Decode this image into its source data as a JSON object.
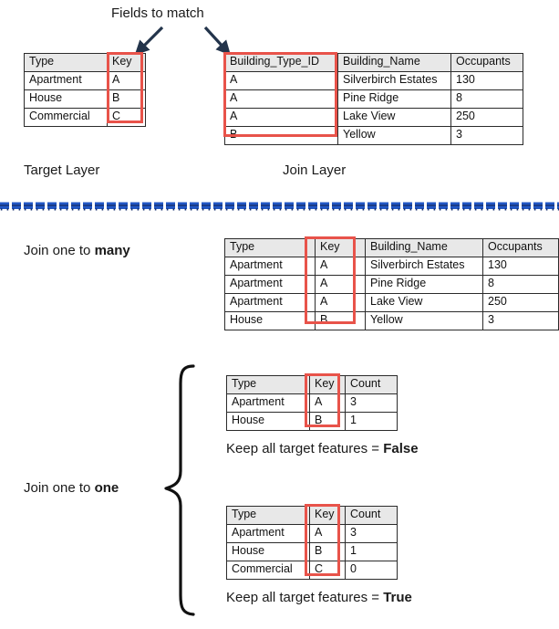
{
  "diagram": {
    "title_top": "Fields to match",
    "target_layer_label": "Target Layer",
    "join_layer_label": "Join Layer",
    "one_to_many_label_prefix": "Join one to ",
    "one_to_many_label_emphasis": "many",
    "one_to_one_label_prefix": "Join one to ",
    "one_to_one_label_emphasis": "one",
    "keep_false_prefix": "Keep all target features = ",
    "keep_false_emphasis": "False",
    "keep_true_prefix": "Keep all target features = ",
    "keep_true_emphasis": "True",
    "colors": {
      "highlight_red": "#e8534a",
      "arrow_navy": "#1f3551",
      "divider_blue": "#2257c4",
      "header_gray": "#e8e8e8",
      "border_dark": "#2b2b2b"
    }
  },
  "target_table": {
    "headers": [
      "Type",
      "Key"
    ],
    "rows": [
      [
        "Apartment",
        "A"
      ],
      [
        "House",
        "B"
      ],
      [
        "Commercial",
        "C"
      ]
    ],
    "highlight_column": "Key"
  },
  "join_table": {
    "headers": [
      "Building_Type_ID",
      "Building_Name",
      "Occupants"
    ],
    "rows": [
      [
        "A",
        "Silverbirch Estates",
        "130"
      ],
      [
        "A",
        "Pine Ridge",
        "8"
      ],
      [
        "A",
        "Lake View",
        "250"
      ],
      [
        "B",
        "Yellow",
        "3"
      ]
    ],
    "highlight_column": "Building_Type_ID"
  },
  "one_to_many_table": {
    "headers": [
      "Type",
      "Key",
      "Building_Name",
      "Occupants"
    ],
    "rows": [
      [
        "Apartment",
        "A",
        "Silverbirch Estates",
        "130"
      ],
      [
        "Apartment",
        "A",
        "Pine Ridge",
        "8"
      ],
      [
        "Apartment",
        "A",
        "Lake View",
        "250"
      ],
      [
        "House",
        "B",
        "Yellow",
        "3"
      ]
    ],
    "highlight_column": "Key"
  },
  "one_to_one_false_table": {
    "headers": [
      "Type",
      "Key",
      "Count"
    ],
    "rows": [
      [
        "Apartment",
        "A",
        "3"
      ],
      [
        "House",
        "B",
        "1"
      ]
    ],
    "highlight_column": "Key"
  },
  "one_to_one_true_table": {
    "headers": [
      "Type",
      "Key",
      "Count"
    ],
    "rows": [
      [
        "Apartment",
        "A",
        "3"
      ],
      [
        "House",
        "B",
        "1"
      ],
      [
        "Commercial",
        "C",
        "0"
      ]
    ],
    "highlight_column": "Key"
  },
  "icons": {
    "arrow_left": "arrow-down-left-icon",
    "arrow_right": "arrow-down-right-icon",
    "divider": "dashed-divider-icon",
    "brace": "curly-brace-icon"
  }
}
